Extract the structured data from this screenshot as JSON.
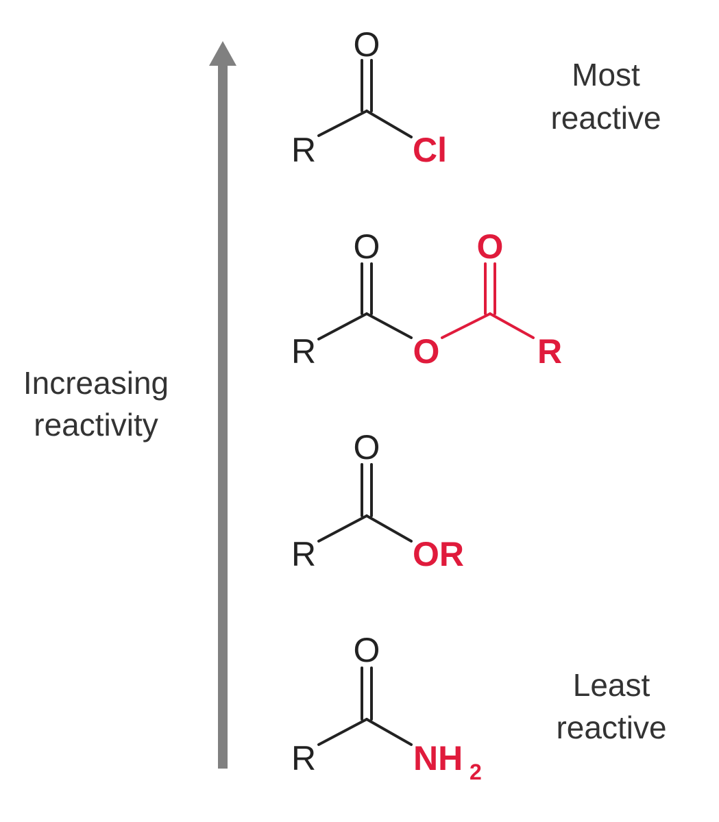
{
  "colors": {
    "black": "#222222",
    "red": "#e01b3c",
    "arrow": "#808080",
    "label": "#333333"
  },
  "arrow_label": {
    "line1": "Increasing",
    "line2": "reactivity"
  },
  "most_label": {
    "line1": "Most",
    "line2": "reactive"
  },
  "least_label": {
    "line1": "Least",
    "line2": "reactive"
  },
  "compounds": {
    "acid_chloride": {
      "r": "R",
      "o": "O",
      "group": "Cl"
    },
    "anhydride": {
      "r": "R",
      "o": "O",
      "o2": "O",
      "bridge_o": "O",
      "r2": "R"
    },
    "ester": {
      "r": "R",
      "o": "O",
      "group": "OR"
    },
    "amide": {
      "r": "R",
      "o": "O",
      "group": "NH",
      "sub": "2"
    }
  }
}
